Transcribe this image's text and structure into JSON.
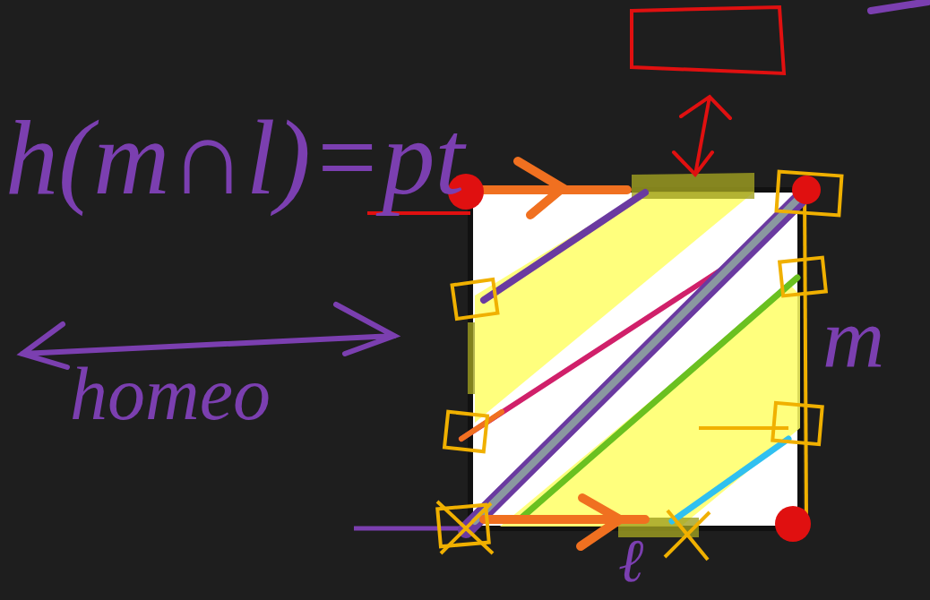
{
  "diagram": {
    "labels": [
      "h(m∩l)=pt",
      "homeo",
      "m",
      "ℓ"
    ]
  }
}
